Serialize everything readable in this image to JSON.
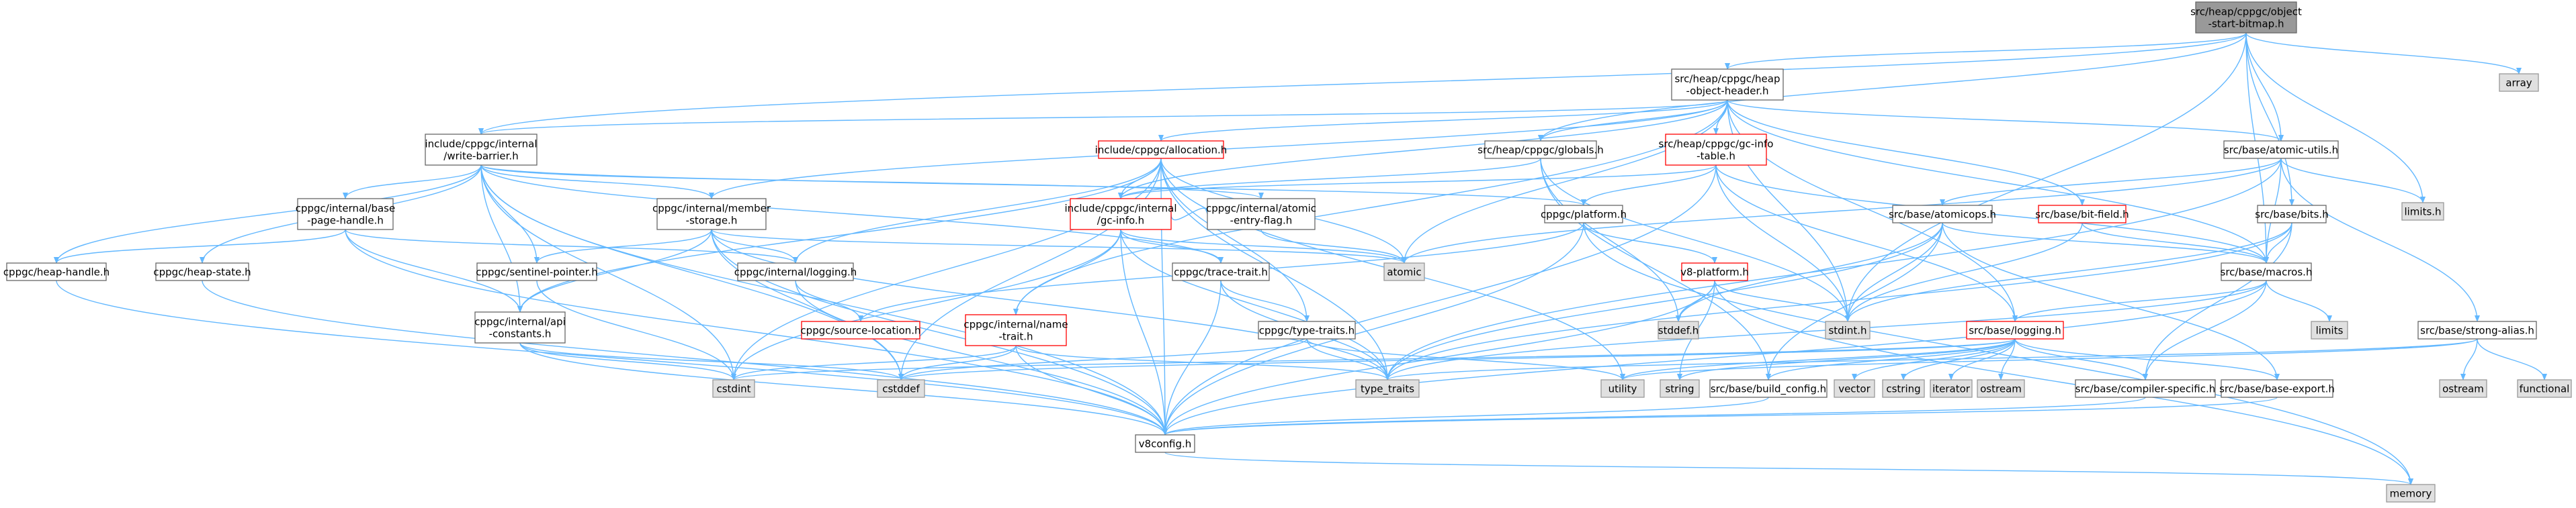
{
  "graph": {
    "root": "root",
    "styles": {
      "root": {
        "fill": "#999999",
        "stroke": "#666666",
        "text": "#000000"
      },
      "normal": {
        "fill": "#ffffff",
        "stroke": "#666666",
        "text": "#000000"
      },
      "missing": {
        "fill": "#ffffff",
        "stroke": "#ff0000",
        "text": "#000000"
      },
      "external": {
        "fill": "#e0e0e0",
        "stroke": "#999999",
        "text": "#000000"
      },
      "edge": "#63b8ff"
    },
    "nodes": [
      {
        "id": "root",
        "lines": [
          "src/heap/cppgc/object",
          "-start-bitmap.h"
        ],
        "kind": "root"
      },
      {
        "id": "heapobjheader",
        "lines": [
          "src/heap/cppgc/heap",
          "-object-header.h"
        ],
        "kind": "normal"
      },
      {
        "id": "array",
        "lines": [
          "array"
        ],
        "kind": "external"
      },
      {
        "id": "writebarrier",
        "lines": [
          "include/cppgc/internal",
          "/write-barrier.h"
        ],
        "kind": "normal"
      },
      {
        "id": "allocation",
        "lines": [
          "include/cppgc/allocation.h"
        ],
        "kind": "missing"
      },
      {
        "id": "globals",
        "lines": [
          "src/heap/cppgc/globals.h"
        ],
        "kind": "normal"
      },
      {
        "id": "gcinfotable",
        "lines": [
          "src/heap/cppgc/gc-info",
          "-table.h"
        ],
        "kind": "missing"
      },
      {
        "id": "atomicutils",
        "lines": [
          "src/base/atomic-utils.h"
        ],
        "kind": "normal"
      },
      {
        "id": "limits_h",
        "lines": [
          "limits.h"
        ],
        "kind": "external"
      },
      {
        "id": "basepagehandle",
        "lines": [
          "cppgc/internal/base",
          "-page-handle.h"
        ],
        "kind": "normal"
      },
      {
        "id": "memberstorage",
        "lines": [
          "cppgc/internal/member",
          "-storage.h"
        ],
        "kind": "normal"
      },
      {
        "id": "gcinfo",
        "lines": [
          "include/cppgc/internal",
          "/gc-info.h"
        ],
        "kind": "missing"
      },
      {
        "id": "atomicentryflag",
        "lines": [
          "cppgc/internal/atomic",
          "-entry-flag.h"
        ],
        "kind": "normal"
      },
      {
        "id": "platform",
        "lines": [
          "cppgc/platform.h"
        ],
        "kind": "normal"
      },
      {
        "id": "atomicops",
        "lines": [
          "src/base/atomicops.h"
        ],
        "kind": "normal"
      },
      {
        "id": "bitfield",
        "lines": [
          "src/base/bit-field.h"
        ],
        "kind": "missing"
      },
      {
        "id": "bits",
        "lines": [
          "src/base/bits.h"
        ],
        "kind": "normal"
      },
      {
        "id": "heaphandle",
        "lines": [
          "cppgc/heap-handle.h"
        ],
        "kind": "normal"
      },
      {
        "id": "heapstate",
        "lines": [
          "cppgc/heap-state.h"
        ],
        "kind": "normal"
      },
      {
        "id": "sentinelpointer",
        "lines": [
          "cppgc/sentinel-pointer.h"
        ],
        "kind": "normal"
      },
      {
        "id": "logging_int",
        "lines": [
          "cppgc/internal/logging.h"
        ],
        "kind": "normal"
      },
      {
        "id": "atomic",
        "lines": [
          "atomic"
        ],
        "kind": "external"
      },
      {
        "id": "tracetrait",
        "lines": [
          "cppgc/trace-trait.h"
        ],
        "kind": "normal"
      },
      {
        "id": "v8platform",
        "lines": [
          "v8-platform.h"
        ],
        "kind": "missing"
      },
      {
        "id": "macros",
        "lines": [
          "src/base/macros.h"
        ],
        "kind": "normal"
      },
      {
        "id": "apiconstants",
        "lines": [
          "cppgc/internal/api",
          "-constants.h"
        ],
        "kind": "normal"
      },
      {
        "id": "sourcelocation",
        "lines": [
          "cppgc/source-location.h"
        ],
        "kind": "missing"
      },
      {
        "id": "nametrait",
        "lines": [
          "cppgc/internal/name",
          "-trait.h"
        ],
        "kind": "missing"
      },
      {
        "id": "typetraits_cppgc",
        "lines": [
          "cppgc/type-traits.h"
        ],
        "kind": "normal"
      },
      {
        "id": "stddef_h",
        "lines": [
          "stddef.h"
        ],
        "kind": "external"
      },
      {
        "id": "stdint_h",
        "lines": [
          "stdint.h"
        ],
        "kind": "external"
      },
      {
        "id": "limits",
        "lines": [
          "limits"
        ],
        "kind": "external"
      },
      {
        "id": "stronglias",
        "lines": [
          "src/base/strong-alias.h"
        ],
        "kind": "normal"
      },
      {
        "id": "baselogging",
        "lines": [
          "src/base/logging.h"
        ],
        "kind": "missing"
      },
      {
        "id": "cstdint",
        "lines": [
          "cstdint"
        ],
        "kind": "external"
      },
      {
        "id": "cstddef",
        "lines": [
          "cstddef"
        ],
        "kind": "external"
      },
      {
        "id": "type_traits",
        "lines": [
          "type_traits"
        ],
        "kind": "external"
      },
      {
        "id": "utility",
        "lines": [
          "utility"
        ],
        "kind": "external"
      },
      {
        "id": "string",
        "lines": [
          "string"
        ],
        "kind": "external"
      },
      {
        "id": "buildconfig",
        "lines": [
          "src/base/build_config.h"
        ],
        "kind": "normal"
      },
      {
        "id": "vector",
        "lines": [
          "vector"
        ],
        "kind": "external"
      },
      {
        "id": "cstring",
        "lines": [
          "cstring"
        ],
        "kind": "external"
      },
      {
        "id": "iterator",
        "lines": [
          "iterator"
        ],
        "kind": "external"
      },
      {
        "id": "ostream1",
        "lines": [
          "ostream"
        ],
        "kind": "external"
      },
      {
        "id": "compilerspecific",
        "lines": [
          "src/base/compiler-specific.h"
        ],
        "kind": "normal"
      },
      {
        "id": "baseexport",
        "lines": [
          "src/base/base-export.h"
        ],
        "kind": "normal"
      },
      {
        "id": "ostream2",
        "lines": [
          "ostream"
        ],
        "kind": "external"
      },
      {
        "id": "functional",
        "lines": [
          "functional"
        ],
        "kind": "external"
      },
      {
        "id": "v8config",
        "lines": [
          "v8config.h"
        ],
        "kind": "normal"
      },
      {
        "id": "memory",
        "lines": [
          "memory"
        ],
        "kind": "external"
      }
    ],
    "edges": [
      [
        "root",
        "heapobjheader"
      ],
      [
        "root",
        "array"
      ],
      [
        "root",
        "writebarrier"
      ],
      [
        "root",
        "globals"
      ],
      [
        "root",
        "atomicutils"
      ],
      [
        "root",
        "limits_h"
      ],
      [
        "root",
        "bits"
      ],
      [
        "root",
        "macros"
      ],
      [
        "root",
        "stdint_h"
      ],
      [
        "heapobjheader",
        "writebarrier"
      ],
      [
        "heapobjheader",
        "allocation"
      ],
      [
        "heapobjheader",
        "globals"
      ],
      [
        "heapobjheader",
        "gcinfotable"
      ],
      [
        "heapobjheader",
        "atomicutils"
      ],
      [
        "heapobjheader",
        "memberstorage"
      ],
      [
        "heapobjheader",
        "gcinfo"
      ],
      [
        "heapobjheader",
        "nametrait"
      ],
      [
        "heapobjheader",
        "bitfield"
      ],
      [
        "heapobjheader",
        "baselogging"
      ],
      [
        "heapobjheader",
        "macros"
      ],
      [
        "heapobjheader",
        "atomic"
      ],
      [
        "heapobjheader",
        "stdint_h"
      ],
      [
        "writebarrier",
        "basepagehandle"
      ],
      [
        "writebarrier",
        "memberstorage"
      ],
      [
        "writebarrier",
        "atomicentryflag"
      ],
      [
        "writebarrier",
        "platform"
      ],
      [
        "writebarrier",
        "heaphandle"
      ],
      [
        "writebarrier",
        "heapstate"
      ],
      [
        "writebarrier",
        "sentinelpointer"
      ],
      [
        "writebarrier",
        "apiconstants"
      ],
      [
        "writebarrier",
        "tracetrait"
      ],
      [
        "writebarrier",
        "v8config"
      ],
      [
        "writebarrier",
        "cstddef"
      ],
      [
        "writebarrier",
        "cstdint"
      ],
      [
        "allocation",
        "gcinfo"
      ],
      [
        "allocation",
        "apiconstants"
      ],
      [
        "allocation",
        "atomic"
      ],
      [
        "allocation",
        "cstddef"
      ],
      [
        "allocation",
        "cstdint"
      ],
      [
        "allocation",
        "type_traits"
      ],
      [
        "allocation",
        "utility"
      ],
      [
        "allocation",
        "v8config"
      ],
      [
        "allocation",
        "logging_int"
      ],
      [
        "allocation",
        "typetraits_cppgc"
      ],
      [
        "globals",
        "gcinfo"
      ],
      [
        "globals",
        "stddef_h"
      ],
      [
        "globals",
        "stdint_h"
      ],
      [
        "globals",
        "buildconfig"
      ],
      [
        "gcinfotable",
        "gcinfo"
      ],
      [
        "gcinfotable",
        "platform"
      ],
      [
        "gcinfotable",
        "baselogging"
      ],
      [
        "gcinfotable",
        "macros"
      ],
      [
        "gcinfotable",
        "stdint_h"
      ],
      [
        "gcinfotable",
        "v8config"
      ],
      [
        "atomicutils",
        "atomic"
      ],
      [
        "atomicutils",
        "limits_h"
      ],
      [
        "atomicutils",
        "atomicops"
      ],
      [
        "atomicutils",
        "macros"
      ],
      [
        "atomicutils",
        "stronglias"
      ],
      [
        "atomicutils",
        "type_traits"
      ],
      [
        "basepagehandle",
        "heaphandle"
      ],
      [
        "basepagehandle",
        "apiconstants"
      ],
      [
        "basepagehandle",
        "logging_int"
      ],
      [
        "basepagehandle",
        "v8config"
      ],
      [
        "memberstorage",
        "apiconstants"
      ],
      [
        "memberstorage",
        "logging_int"
      ],
      [
        "memberstorage",
        "sentinelpointer"
      ],
      [
        "memberstorage",
        "atomic"
      ],
      [
        "memberstorage",
        "cstddef"
      ],
      [
        "memberstorage",
        "type_traits"
      ],
      [
        "memberstorage",
        "v8config"
      ],
      [
        "gcinfo",
        "nametrait"
      ],
      [
        "gcinfo",
        "tracetrait"
      ],
      [
        "gcinfo",
        "atomic"
      ],
      [
        "gcinfo",
        "cstdint"
      ],
      [
        "gcinfo",
        "type_traits"
      ],
      [
        "gcinfo",
        "v8config"
      ],
      [
        "gcinfo",
        "atomicentryflag"
      ],
      [
        "atomicentryflag",
        "atomic"
      ],
      [
        "platform",
        "sourcelocation"
      ],
      [
        "platform",
        "v8platform"
      ],
      [
        "platform",
        "v8config"
      ],
      [
        "platform",
        "memory"
      ],
      [
        "atomicops",
        "stddef_h"
      ],
      [
        "atomicops",
        "stdint_h"
      ],
      [
        "atomicops",
        "type_traits"
      ],
      [
        "atomicops",
        "buildconfig"
      ],
      [
        "atomicops",
        "baseexport"
      ],
      [
        "atomicops",
        "macros"
      ],
      [
        "bitfield",
        "stdint_h"
      ],
      [
        "bitfield",
        "macros"
      ],
      [
        "bits",
        "stdint_h"
      ],
      [
        "bits",
        "type_traits"
      ],
      [
        "bits",
        "macros"
      ],
      [
        "bits",
        "compilerspecific"
      ],
      [
        "heaphandle",
        "v8config"
      ],
      [
        "heapstate",
        "v8config"
      ],
      [
        "sentinelpointer",
        "cstdint"
      ],
      [
        "logging_int",
        "sourcelocation"
      ],
      [
        "logging_int",
        "v8config"
      ],
      [
        "tracetrait",
        "typetraits_cppgc"
      ],
      [
        "tracetrait",
        "type_traits"
      ],
      [
        "tracetrait",
        "v8config"
      ],
      [
        "v8platform",
        "stddef_h"
      ],
      [
        "v8platform",
        "stdint_h"
      ],
      [
        "v8platform",
        "string"
      ],
      [
        "v8platform",
        "memory"
      ],
      [
        "v8platform",
        "v8config"
      ],
      [
        "macros",
        "limits"
      ],
      [
        "macros",
        "type_traits"
      ],
      [
        "macros",
        "baselogging"
      ],
      [
        "macros",
        "compilerspecific"
      ],
      [
        "macros",
        "v8config"
      ],
      [
        "apiconstants",
        "cstddef"
      ],
      [
        "apiconstants",
        "cstdint"
      ],
      [
        "apiconstants",
        "v8config"
      ],
      [
        "nametrait",
        "cstddef"
      ],
      [
        "nametrait",
        "cstdint"
      ],
      [
        "nametrait",
        "type_traits"
      ],
      [
        "nametrait",
        "v8config"
      ],
      [
        "typetraits_cppgc",
        "cstddef"
      ],
      [
        "typetraits_cppgc",
        "type_traits"
      ],
      [
        "typetraits_cppgc",
        "utility"
      ],
      [
        "stronglias",
        "ostream2"
      ],
      [
        "stronglias",
        "functional"
      ],
      [
        "stronglias",
        "type_traits"
      ],
      [
        "stronglias",
        "utility"
      ],
      [
        "baselogging",
        "cstddef"
      ],
      [
        "baselogging",
        "cstdint"
      ],
      [
        "baselogging",
        "cstring"
      ],
      [
        "baselogging",
        "iterator"
      ],
      [
        "baselogging",
        "ostream1"
      ],
      [
        "baselogging",
        "string"
      ],
      [
        "baselogging",
        "vector"
      ],
      [
        "baselogging",
        "utility"
      ],
      [
        "baselogging",
        "buildconfig"
      ],
      [
        "baselogging",
        "compilerspecific"
      ],
      [
        "baselogging",
        "baseexport"
      ],
      [
        "buildconfig",
        "v8config"
      ],
      [
        "compilerspecific",
        "v8config"
      ],
      [
        "baseexport",
        "v8config"
      ],
      [
        "v8config",
        "memory"
      ]
    ]
  }
}
